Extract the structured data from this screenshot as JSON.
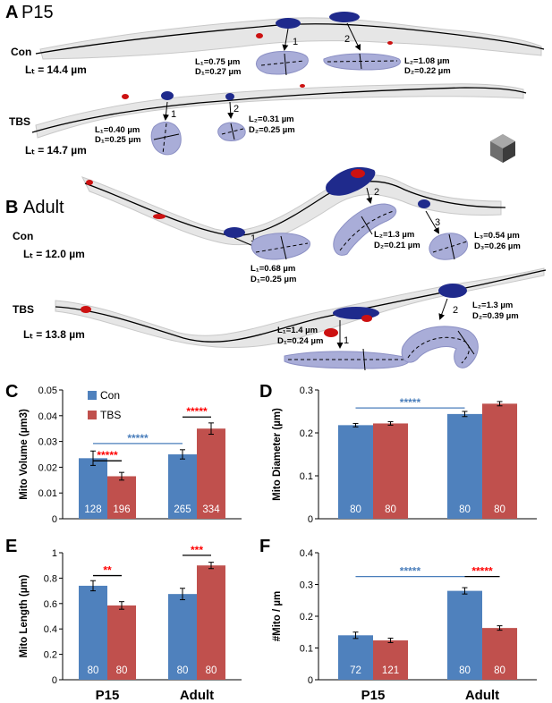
{
  "colors": {
    "con": "#4f81bd",
    "tbs": "#c0504d",
    "sig_blue": "#4a7ebb",
    "sig_red": "#ff0000",
    "dendrite": "#e6e6e6",
    "mito_dark": "#1f2a8c",
    "mito_red": "#cc1111",
    "zoom_fill": "#a9add8"
  },
  "top": {
    "A": {
      "letter": "A",
      "title": "P15",
      "con": {
        "label": "Con",
        "lt": "Lₜ = 14.4 µm",
        "n1": "1",
        "n2": "2",
        "m1a": "L₁=0.75 µm",
        "m1b": "D₁=0.27 µm",
        "m2a": "L₂=1.08 µm",
        "m2b": "D₂=0.22 µm"
      },
      "tbs": {
        "label": "TBS",
        "lt": "Lₜ = 14.7 µm",
        "n1": "1",
        "n2": "2",
        "m1a": "L₁=0.40 µm",
        "m1b": "D₁=0.25 µm",
        "m2a": "L₂=0.31 µm",
        "m2b": "D₂=0.25 µm"
      }
    },
    "B": {
      "letter": "B",
      "title": "Adult",
      "con": {
        "label": "Con",
        "lt": "Lₜ = 12.0 µm",
        "n1": "1",
        "n2": "2",
        "n3": "3",
        "m1a": "L₁=0.68 µm",
        "m1b": "D₁=0.25 µm",
        "m2a": "L₂=1.3 µm",
        "m2b": "D₂=0.21 µm",
        "m3a": "L₃=0.54 µm",
        "m3b": "D₃=0.26 µm"
      },
      "tbs": {
        "label": "TBS",
        "lt": "Lₜ = 13.8 µm",
        "n1": "1",
        "n2": "2",
        "m1a": "L₁=1.4 µm",
        "m1b": "D₁=0.24 µm",
        "m2a": "L₂=1.3 µm",
        "m2b": "D₂=0.39 µm"
      }
    }
  },
  "chart_data": [
    {
      "panel": "C",
      "type": "bar",
      "ylabel": "Mito Volume (µm3)",
      "ylim": [
        0,
        0.05
      ],
      "yticks": [
        "0",
        "0.01",
        "0.02",
        "0.03",
        "0.04",
        "0.05"
      ],
      "categories": [
        "P15",
        "Adult"
      ],
      "legend": [
        "Con",
        "TBS"
      ],
      "series": [
        {
          "name": "Con",
          "values": [
            0.0235,
            0.025
          ],
          "err": [
            0.0028,
            0.0018
          ],
          "n": [
            "128",
            "265"
          ]
        },
        {
          "name": "TBS",
          "values": [
            0.0165,
            0.035
          ],
          "err": [
            0.0015,
            0.0022
          ],
          "n": [
            "196",
            "334"
          ]
        }
      ],
      "sig": [
        {
          "label": "*****",
          "color": "red",
          "from": [
            0,
            0
          ],
          "to": [
            0,
            1
          ],
          "y": 0.0225
        },
        {
          "label": "*****",
          "color": "blue",
          "from": [
            0,
            0
          ],
          "to": [
            1,
            0
          ],
          "y": 0.0292
        },
        {
          "label": "*****",
          "color": "red",
          "from": [
            1,
            0
          ],
          "to": [
            1,
            1
          ],
          "y": 0.0395
        }
      ]
    },
    {
      "panel": "D",
      "type": "bar",
      "ylabel": "Mito Diameter (µm)",
      "ylim": [
        0,
        0.3
      ],
      "yticks": [
        "0",
        "0.1",
        "0.2",
        "0.3"
      ],
      "categories": [
        "P15",
        "Adult"
      ],
      "series": [
        {
          "name": "Con",
          "values": [
            0.218,
            0.244
          ],
          "err": [
            0.004,
            0.006
          ],
          "n": [
            "80",
            "80"
          ]
        },
        {
          "name": "TBS",
          "values": [
            0.222,
            0.268
          ],
          "err": [
            0.004,
            0.005
          ],
          "n": [
            "80",
            "80"
          ]
        }
      ],
      "sig": [
        {
          "label": "*****",
          "color": "blue",
          "from": [
            0,
            0
          ],
          "to": [
            1,
            0
          ],
          "y": 0.258
        }
      ]
    },
    {
      "panel": "E",
      "type": "bar",
      "ylabel": "Mito Length (µm)",
      "ylim": [
        0,
        1
      ],
      "yticks": [
        "0",
        "0.2",
        "0.4",
        "0.6",
        "0.8",
        "1"
      ],
      "categories": [
        "P15",
        "Adult"
      ],
      "series": [
        {
          "name": "Con",
          "values": [
            0.74,
            0.675
          ],
          "err": [
            0.04,
            0.045
          ],
          "n": [
            "80",
            "80"
          ]
        },
        {
          "name": "TBS",
          "values": [
            0.585,
            0.9
          ],
          "err": [
            0.03,
            0.025
          ],
          "n": [
            "80",
            "80"
          ]
        }
      ],
      "sig": [
        {
          "label": "**",
          "color": "red",
          "from": [
            0,
            0
          ],
          "to": [
            0,
            1
          ],
          "y": 0.82
        },
        {
          "label": "***",
          "color": "red",
          "from": [
            1,
            0
          ],
          "to": [
            1,
            1
          ],
          "y": 0.98
        }
      ]
    },
    {
      "panel": "F",
      "type": "bar",
      "ylabel": "#Mito / µm",
      "ylim": [
        0,
        0.4
      ],
      "yticks": [
        "0",
        "0.1",
        "0.2",
        "0.3",
        "0.4"
      ],
      "categories": [
        "P15",
        "Adult"
      ],
      "series": [
        {
          "name": "Con",
          "values": [
            0.14,
            0.28
          ],
          "err": [
            0.01,
            0.01
          ],
          "n": [
            "72",
            "80"
          ]
        },
        {
          "name": "TBS",
          "values": [
            0.124,
            0.163
          ],
          "err": [
            0.007,
            0.007
          ],
          "n": [
            "121",
            "80"
          ]
        }
      ],
      "sig": [
        {
          "label": "*****",
          "color": "blue",
          "from": [
            0,
            0
          ],
          "to": [
            1,
            0
          ],
          "y": 0.325
        },
        {
          "label": "*****",
          "color": "red",
          "from": [
            1,
            0
          ],
          "to": [
            1,
            1
          ],
          "y": 0.325
        }
      ]
    }
  ]
}
